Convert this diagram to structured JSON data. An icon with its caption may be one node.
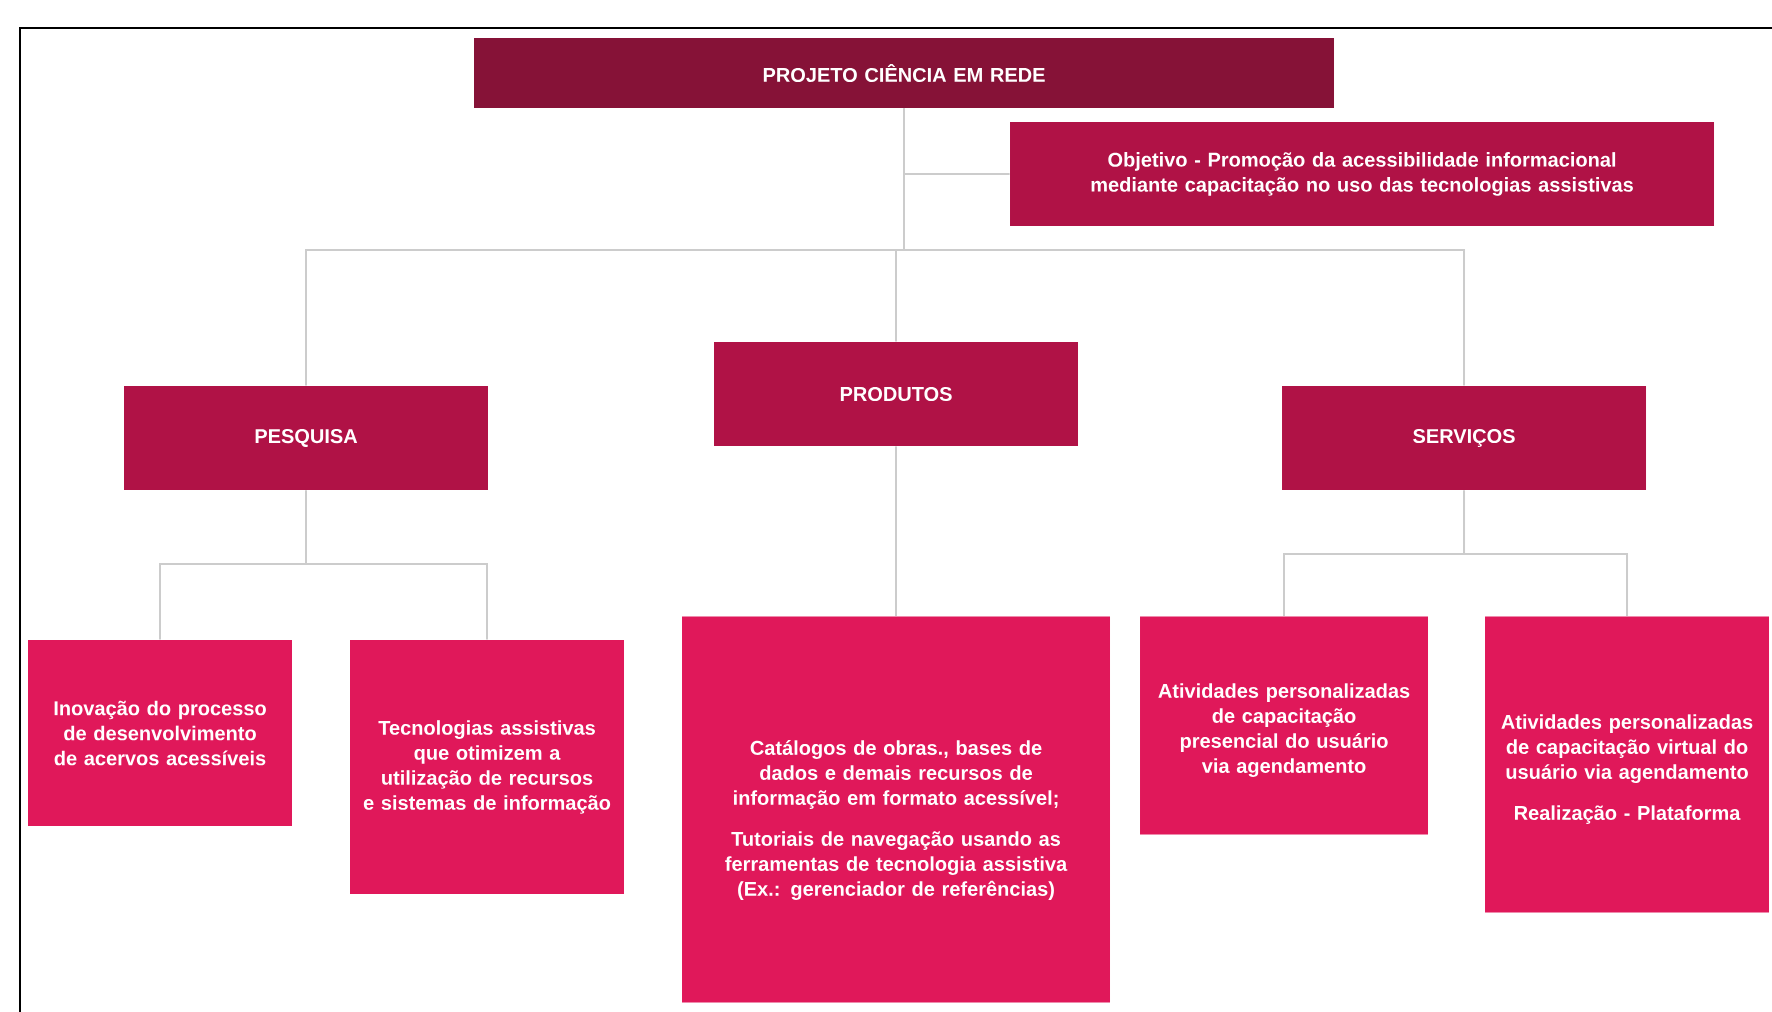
{
  "diagram": {
    "nodes": [
      {
        "text": [
          "PROJETO CIÊNCIA EM REDE"
        ]
      },
      {
        "text": [
          "Objetivo - Promoção da acessibilidade informacional mediante capacitação no uso das tecnologias assistivas"
        ]
      },
      {
        "text": [
          "PESQUISA"
        ]
      },
      {
        "text": [
          "PRODUTOS"
        ]
      },
      {
        "text": [
          "SERVIÇOS"
        ]
      },
      {
        "text": [
          "Inovação do processo de desenvolvimento de acervos acessíveis"
        ]
      },
      {
        "text": [
          "Tecnologias assistivas que otimizem a utilização de recursos e sistemas de informação"
        ]
      },
      {
        "text": [
          "Catálogos de obras., bases de dados e demais recursos de informação em formato acessível;",
          "Tutoriais de navegação usando as ferramentas de tecnologia assistiva (Ex.: gerenciador de referências)"
        ]
      },
      {
        "text": [
          "Atividades personalizadas de capacitação presencial do usuário via agendamento"
        ]
      },
      {
        "text": [
          "Atividades personalizadas de capacitação virtual do usuário via agendamento",
          "Realização - Plataforma"
        ]
      }
    ],
    "edges": [
      {
        "from": 0,
        "to": 1,
        "arrow": "none"
      },
      {
        "from": 0,
        "to": 2,
        "arrow": "none"
      },
      {
        "from": 0,
        "to": 3,
        "arrow": "none"
      },
      {
        "from": 0,
        "to": 4,
        "arrow": "none"
      },
      {
        "from": 2,
        "to": 5,
        "arrow": "none"
      },
      {
        "from": 2,
        "to": 6,
        "arrow": "none"
      },
      {
        "from": 3,
        "to": 7,
        "arrow": "none"
      },
      {
        "from": 4,
        "to": 8,
        "arrow": "none"
      },
      {
        "from": 4,
        "to": 9,
        "arrow": "none"
      }
    ]
  }
}
